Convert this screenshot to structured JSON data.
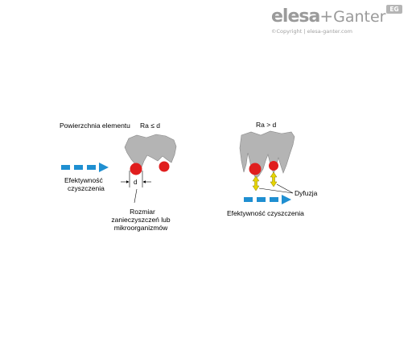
{
  "header": {
    "brand_elesa": "elesa",
    "brand_plus": "+",
    "brand_ganter": "Ganter",
    "badge": "EG",
    "copyright": "©Copyright | elesa-ganter.com"
  },
  "left_panel": {
    "surface_label": "Powierzchnia elementu",
    "ra_label": "Ra ≤ d",
    "d_label": "d",
    "efficiency_line1": "Efektywność",
    "efficiency_line2": "czyszczenia",
    "contaminant_line1": "Rozmiar",
    "contaminant_line2": "zanieczyszczeń lub",
    "contaminant_line3": "mikroorganizmów"
  },
  "right_panel": {
    "ra_label": "Ra > d",
    "diffusion_label": "Dyfuzja",
    "efficiency_label": "Efektywność czyszczenia"
  },
  "colors": {
    "surface_gray": "#b4b4b4",
    "particle_red": "#e01e1e",
    "flow_blue": "#1f8fd1",
    "diffusion_yellow": "#e6d400",
    "brand_gray": "#9a9a9a"
  }
}
